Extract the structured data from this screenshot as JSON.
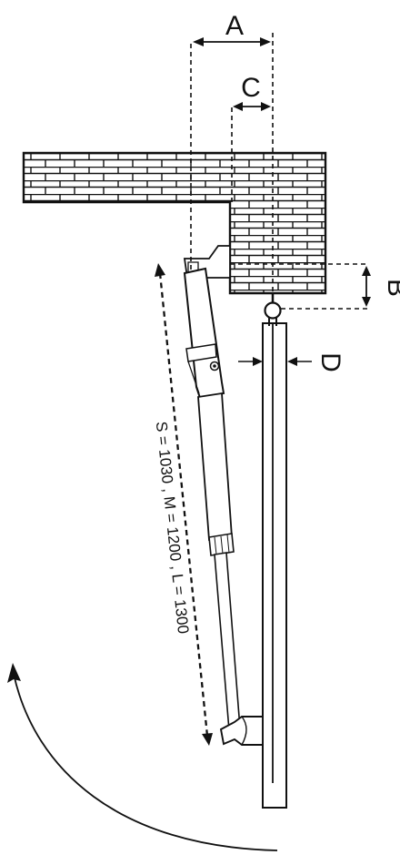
{
  "labels": {
    "a": "A",
    "b": "B",
    "c": "C",
    "d": "D",
    "stroke_note": "S = 1030 ,  M = 1200 ,  L = 1300"
  },
  "colors": {
    "ink": "#111111",
    "background": "#ffffff"
  }
}
